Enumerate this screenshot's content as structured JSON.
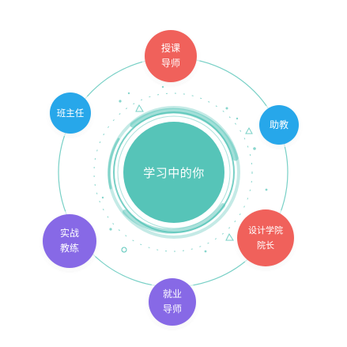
{
  "center": {
    "label": "学习中的你",
    "color": "#56c4b8"
  },
  "nodes": [
    {
      "id": "tutor",
      "lines": [
        "授课",
        "导师"
      ],
      "color": "#f0615b"
    },
    {
      "id": "assistant",
      "lines": [
        "助教"
      ],
      "color": "#27a7ea"
    },
    {
      "id": "design",
      "lines": [
        "设计学院",
        "院长"
      ],
      "color": "#f0615b"
    },
    {
      "id": "career",
      "lines": [
        "就业",
        "导师"
      ],
      "color": "#8769e6"
    },
    {
      "id": "coach",
      "lines": [
        "实战",
        "教练"
      ],
      "color": "#8769e6"
    },
    {
      "id": "headteacher",
      "lines": [
        "班主任"
      ],
      "color": "#27a7ea"
    }
  ],
  "colors": {
    "ring": "#56c4b8",
    "accent": "#56c4b8"
  }
}
